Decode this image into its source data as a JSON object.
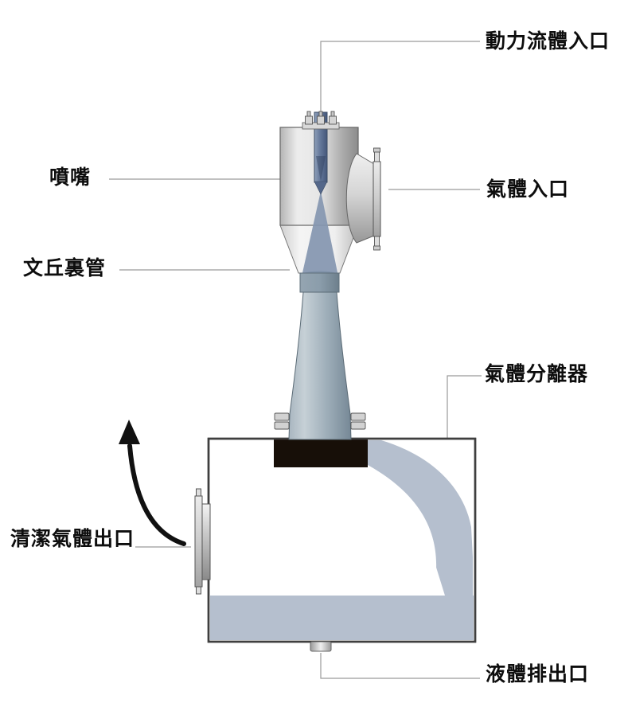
{
  "diagram": {
    "type": "ejector-venturi-gas-scrubber-schematic",
    "labels": {
      "power_fluid_inlet": "動力流體入口",
      "nozzle": "噴嘴",
      "gas_inlet": "氣體入口",
      "venturi_tube": "文丘裏管",
      "gas_separator": "氣體分離器",
      "clean_gas_outlet": "清潔氣體出口",
      "liquid_drain_outlet": "液體排出口"
    },
    "colors": {
      "background": "#ffffff",
      "label_text": "#0d0d0d",
      "leader_line": "#9a9a9a",
      "metal_light": "#efefef",
      "metal_dark": "#8d8d8d",
      "nozzle_steel_blue": "#64789a",
      "spray_blue": "#8496b0",
      "venturi_blue_gray": "#9fafba",
      "flow_liquid": "#b5bfce",
      "inlet_black": "#170f08",
      "arrow_black": "#111111",
      "tank_outline": "#3f3f3f"
    }
  }
}
